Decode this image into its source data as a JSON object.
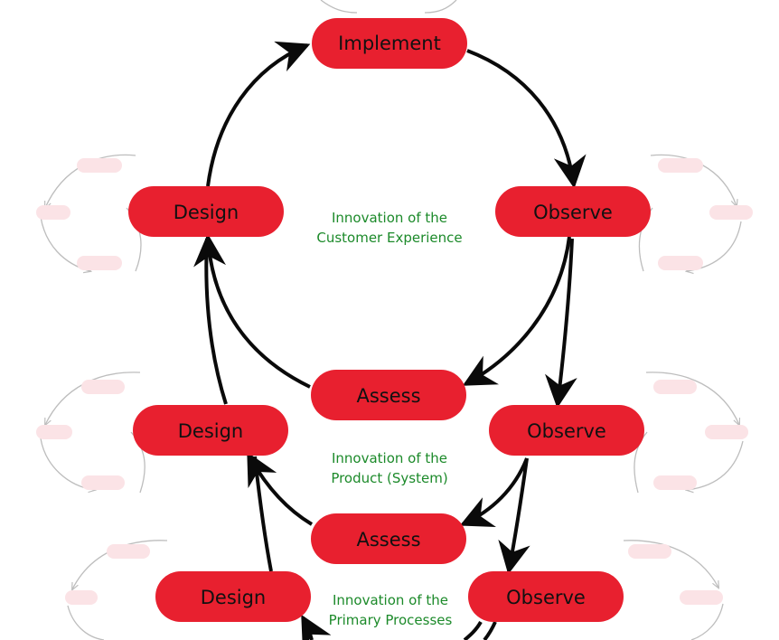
{
  "colors": {
    "node_fill": "#e8202f",
    "arrow": "#0a0a0a",
    "caption": "#1c8a2a",
    "ghost_node": "#fbe3e6",
    "ghost_line": "#bdbdbd"
  },
  "nodes": {
    "implement": "Implement",
    "design_1": "Design",
    "observe_1": "Observe",
    "assess_1": "Assess",
    "design_2": "Design",
    "observe_2": "Observe",
    "assess_2": "Assess",
    "design_3": "Design",
    "observe_3": "Observe"
  },
  "captions": {
    "customer_line1": "Innovation of the",
    "customer_line2": "Customer Experience",
    "product_line1": "Innovation of the",
    "product_line2": "Product (System)",
    "process_line1": "Innovation of the",
    "process_line2": "Primary Processes"
  }
}
